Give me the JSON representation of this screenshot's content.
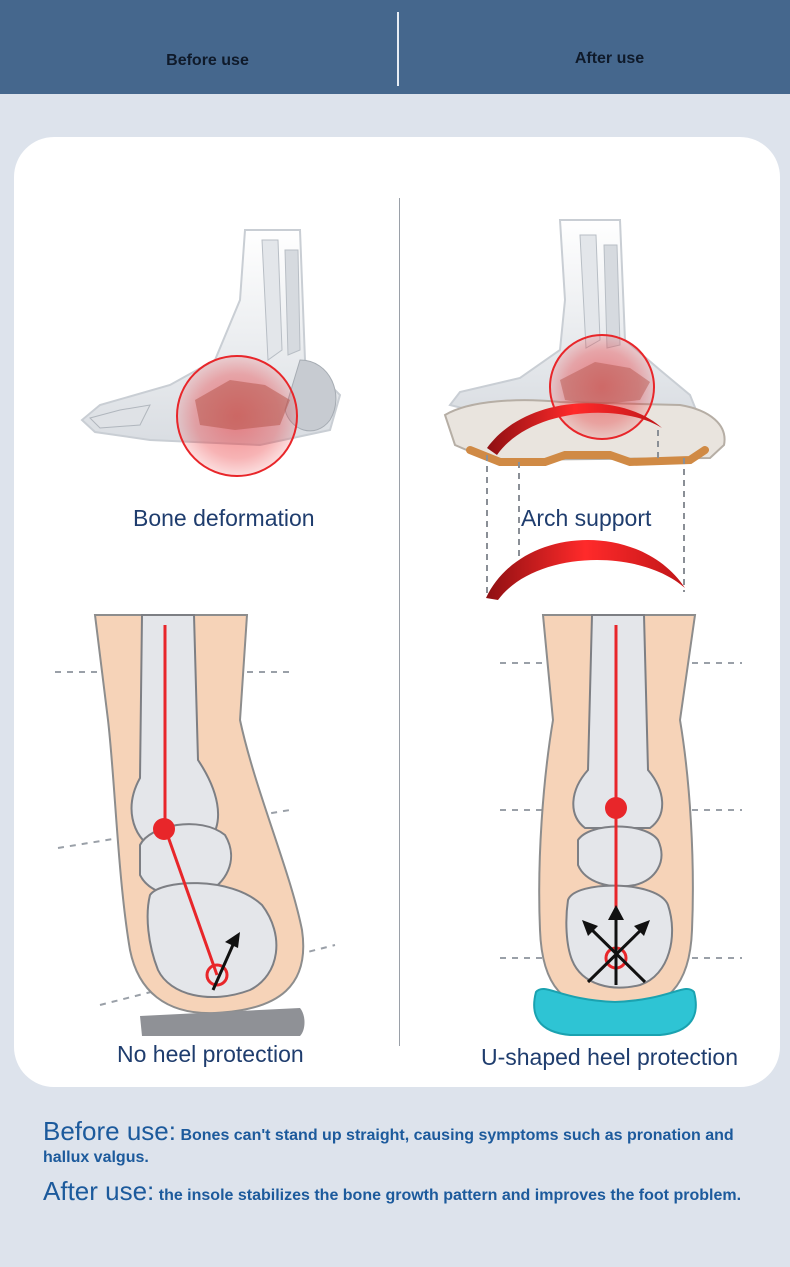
{
  "header": {
    "left_tab": "Before use",
    "right_tab": "After use"
  },
  "captions": {
    "bone_deformation": "Bone deformation",
    "arch_support": "Arch support",
    "no_heel_protection": "No heel protection",
    "u_shaped_heel_protection": "U-shaped heel protection"
  },
  "footer": {
    "before_label": "Before use:",
    "before_text": "Bones can't stand up straight, causing symptoms such as pronation and hallux valgus.",
    "after_label": "After use:",
    "after_text": "the insole stabilizes the bone growth pattern and improves the foot problem."
  },
  "colors": {
    "header_bg": "#45678d",
    "page_bg": "#dde3ec",
    "caption_text": "#1f3d6e",
    "footer_text": "#1c5a9c",
    "accent_red": "#e8262a",
    "skin": "#f6d3b8",
    "bone": "#e4e6ea",
    "heel_pad": "#2ec4d4",
    "flat_pad": "#8f9196"
  }
}
